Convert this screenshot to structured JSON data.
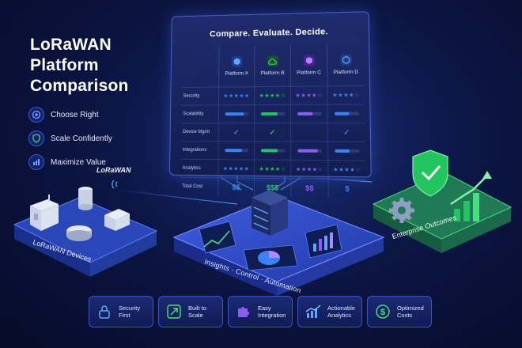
{
  "title": "LoRaWAN Platform Comparison",
  "benefits": [
    {
      "label": "Choose Right",
      "icon": "target-icon"
    },
    {
      "label": "Scale Confidently",
      "icon": "shield-check-icon"
    },
    {
      "label": "Maximize Value",
      "icon": "bar-chart-icon"
    }
  ],
  "panel": {
    "title": "Compare. Evaluate. Decide.",
    "platforms": [
      {
        "name": "Platform A",
        "icon": "hexagon-icon",
        "color": "#3b82f6"
      },
      {
        "name": "Platform B",
        "icon": "cloud-icon",
        "color": "#22c55e"
      },
      {
        "name": "Platform C",
        "icon": "hexagon-icon",
        "color": "#8b5cf6"
      },
      {
        "name": "Platform D",
        "icon": "hexagon-icon",
        "color": "#3b82f6"
      }
    ],
    "rows": [
      {
        "label": "Security",
        "kind": "stars",
        "values": [
          5,
          4,
          4,
          4
        ]
      },
      {
        "label": "Scalability",
        "kind": "bar",
        "values": [
          0.8,
          0.7,
          0.65,
          0.6
        ]
      },
      {
        "label": "Device Mgmt",
        "kind": "check",
        "values": [
          true,
          true,
          false,
          true
        ]
      },
      {
        "label": "Integrations",
        "kind": "bar",
        "values": [
          0.75,
          0.7,
          0.85,
          0.6
        ]
      },
      {
        "label": "Analytics",
        "kind": "stars",
        "values": [
          5,
          4,
          4,
          4
        ]
      },
      {
        "label": "Total Cost",
        "kind": "money",
        "values": [
          "$$",
          "$$$",
          "$$",
          "$"
        ]
      }
    ],
    "row_colors": [
      "#3b82f6",
      "#22c55e",
      "#8b5cf6",
      "#3b82f6"
    ]
  },
  "lorawan_tag": "LoRaWAN",
  "devices_label": "LoRaWAN Devices",
  "center_label": "Insights · Control · Automation",
  "outcomes_label": "Enterprise Outcomes",
  "features": [
    {
      "label": "Security First",
      "icon": "lock-icon"
    },
    {
      "label": "Built to Scale",
      "icon": "arrow-up-right-icon"
    },
    {
      "label": "Easy Integration",
      "icon": "puzzle-icon"
    },
    {
      "label": "Actionable Analytics",
      "icon": "trend-chart-icon"
    },
    {
      "label": "Optimized Costs",
      "icon": "dollar-icon"
    }
  ],
  "colors": {
    "accent": "#3b82f6",
    "green": "#22c55e",
    "purple": "#8b5cf6",
    "background": "#0c1645"
  }
}
